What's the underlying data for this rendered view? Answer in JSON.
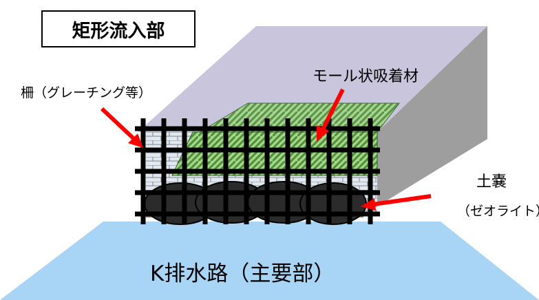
{
  "diagram": {
    "title": "矩形流入部",
    "labels": {
      "grate": "柵（グレーチング等）",
      "mole": "モール状吸着材",
      "sandbag": "土嚢",
      "zeolite": "（ゼオライト）",
      "channel": "K排水路（主要部）"
    },
    "colors": {
      "channel": "#a8d4f5",
      "slab_top": "#c8c5dc",
      "slab_side": "#9e9e9e",
      "mole_fill": "#a5d68a",
      "grate": "#000000",
      "arrow": "#ff0000",
      "sandbag": "#2b2b2b",
      "sandbag_back": "#a0704a",
      "wall": "#e3e8ef"
    }
  }
}
